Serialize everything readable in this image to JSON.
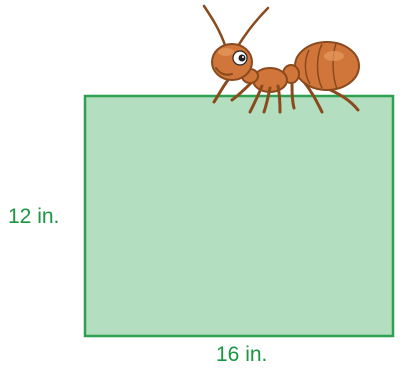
{
  "diagram": {
    "height_label": "12 in.",
    "width_label": "16 in.",
    "colors": {
      "rectangle_fill": "#b3dec0",
      "rectangle_stroke": "#2ea050",
      "label": "#1a9641",
      "ant_body": "#d0763a",
      "ant_dark": "#8a4a1e"
    },
    "icons": {
      "ant": "ant-illustration"
    }
  }
}
